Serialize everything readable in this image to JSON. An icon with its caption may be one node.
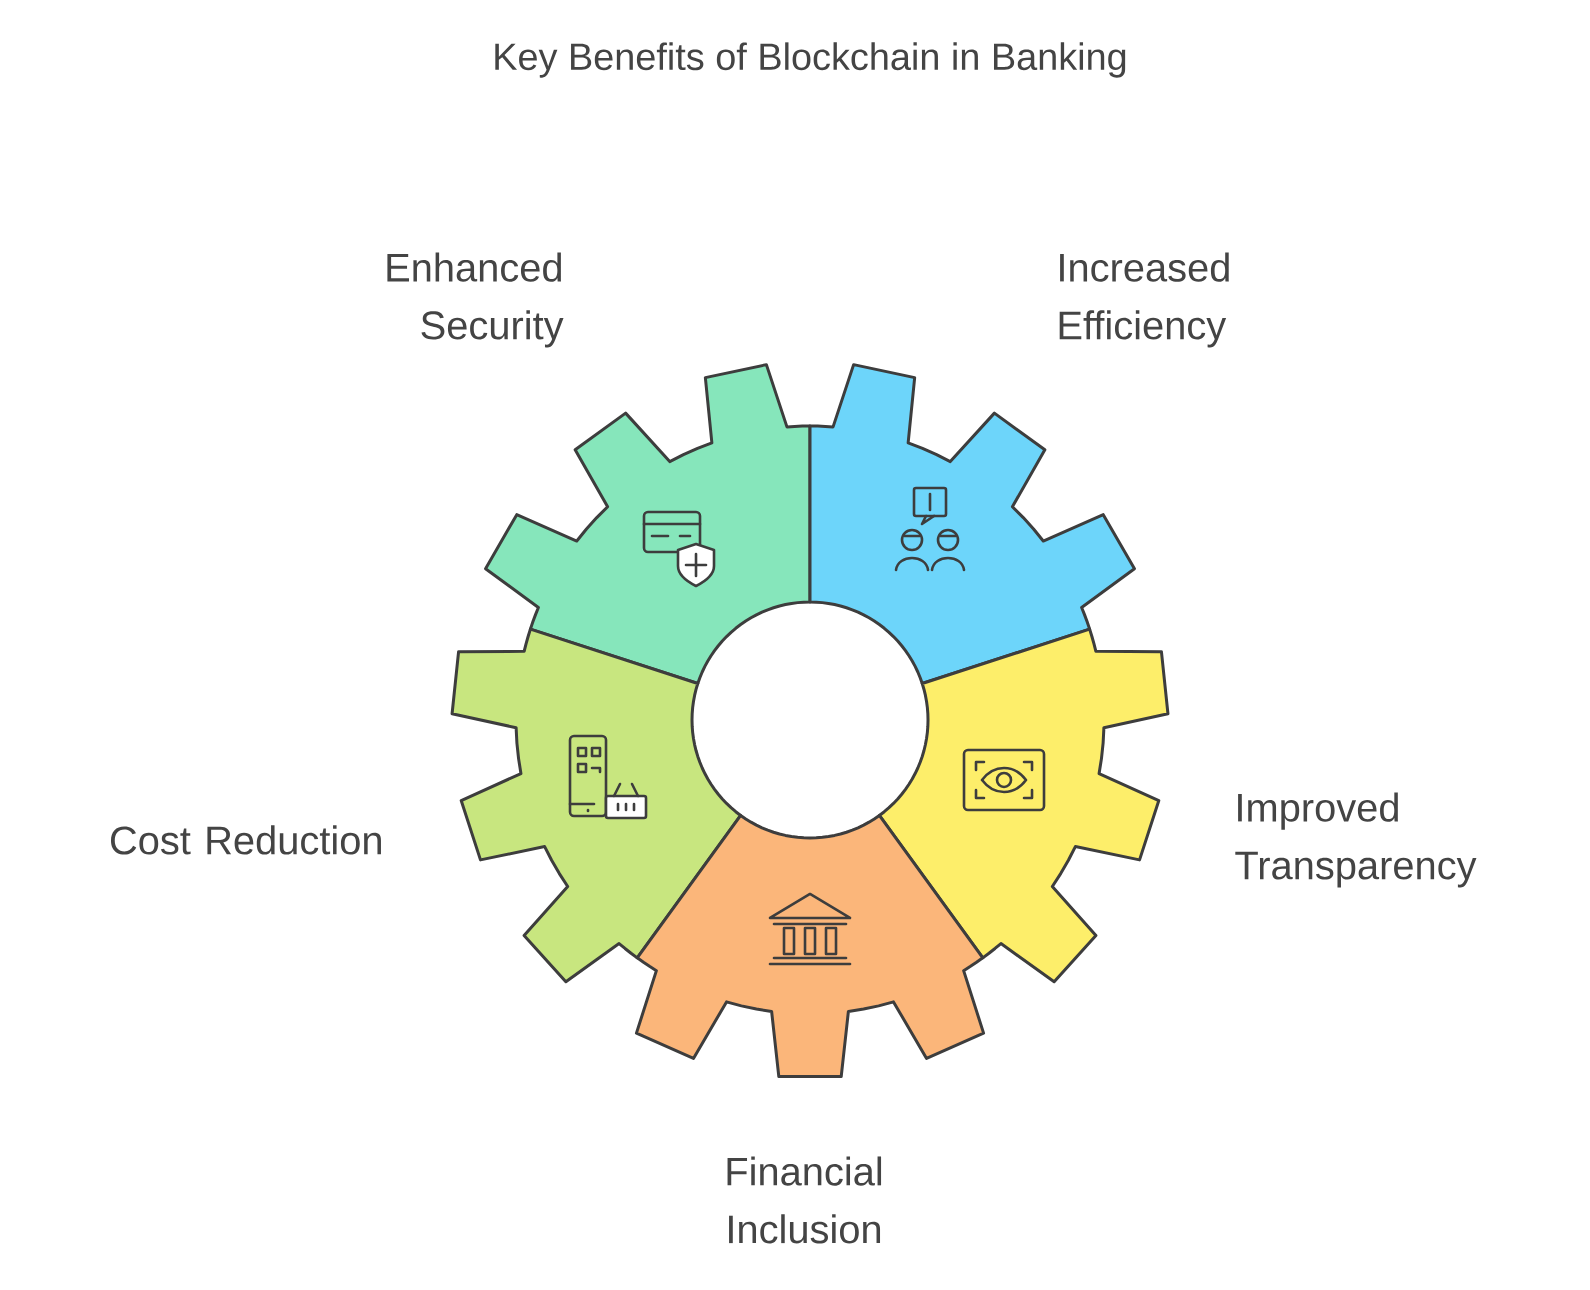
{
  "diagram": {
    "title": "Key Benefits of Blockchain in Banking",
    "nodes": [
      {
        "text": [
          "Enhanced Security"
        ]
      },
      {
        "text": [
          "Increased Efficiency"
        ]
      },
      {
        "text": [
          "Cost Reduction"
        ]
      },
      {
        "text": [
          "Improved Transparency"
        ]
      },
      {
        "text": [
          "Financial Inclusion"
        ]
      }
    ]
  }
}
